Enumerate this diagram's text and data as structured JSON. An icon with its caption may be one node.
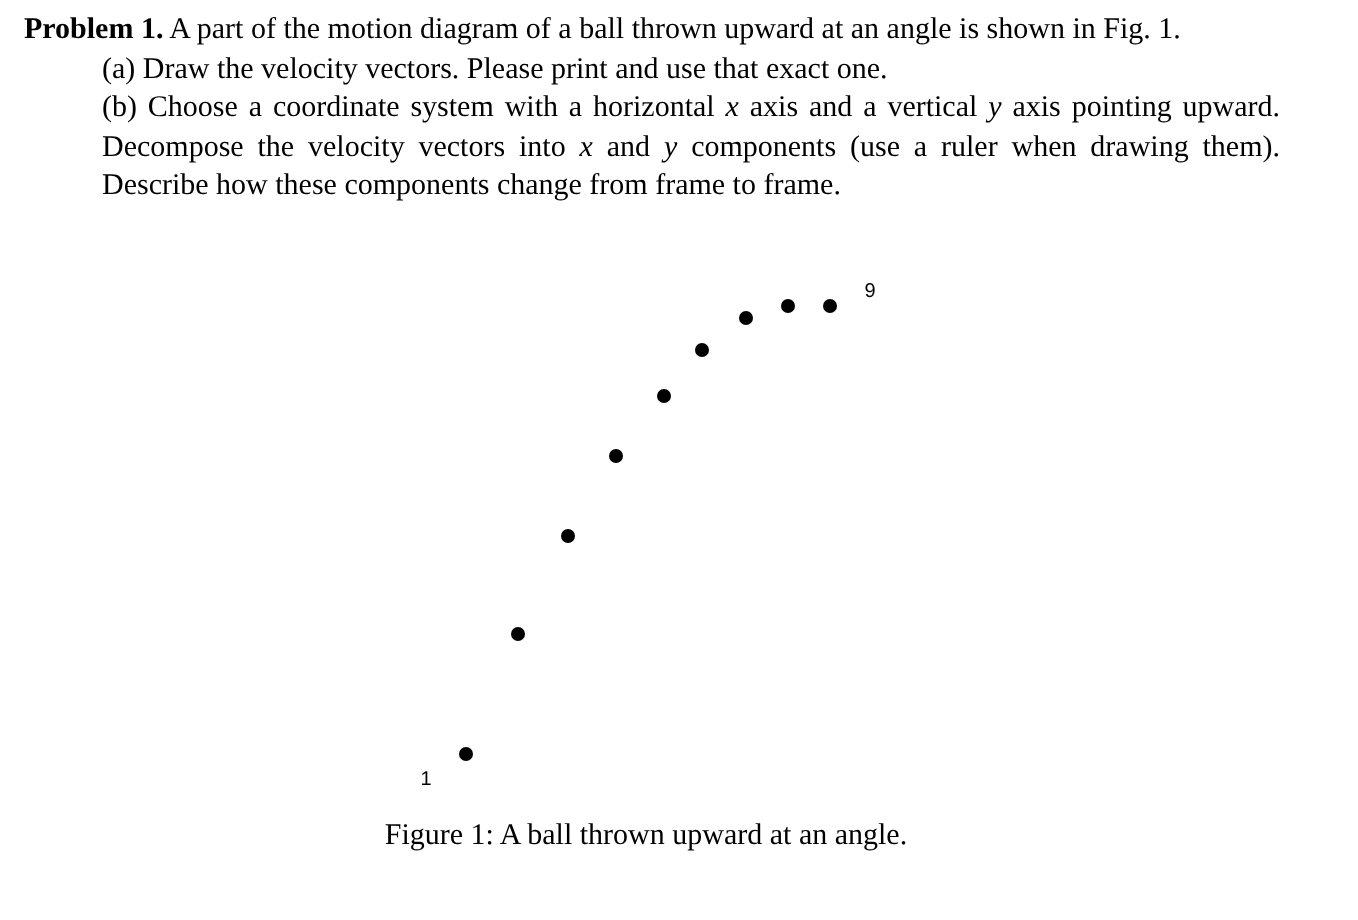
{
  "diagram": {
    "caption": "Figure 1: A ball thrown upward at an angle.",
    "nodes": [
      {
        "text": [],
        "shape": "circle",
        "beside": [
          "1"
        ]
      },
      {
        "text": [],
        "shape": "circle"
      },
      {
        "text": [],
        "shape": "circle"
      },
      {
        "text": [],
        "shape": "circle"
      },
      {
        "text": [],
        "shape": "circle"
      },
      {
        "text": [],
        "shape": "circle"
      },
      {
        "text": [],
        "shape": "circle"
      },
      {
        "text": [],
        "shape": "circle"
      },
      {
        "text": [],
        "shape": "circle",
        "beside": [
          "9"
        ]
      }
    ],
    "edges": [],
    "labels": [
      "**Problem 1.** A part of the motion diagram of a ball thrown upward at an angle is shown in Fig. 1.",
      "(a) Draw the velocity vectors. Please print and use that exact one.",
      "(b) Choose a coordinate system with a horizontal *x* axis and a vertical *y* axis pointing upward. Decompose the velocity vectors into *x* and *y* components (use a ruler when drawing them). Describe how these components change from frame to frame."
    ]
  }
}
